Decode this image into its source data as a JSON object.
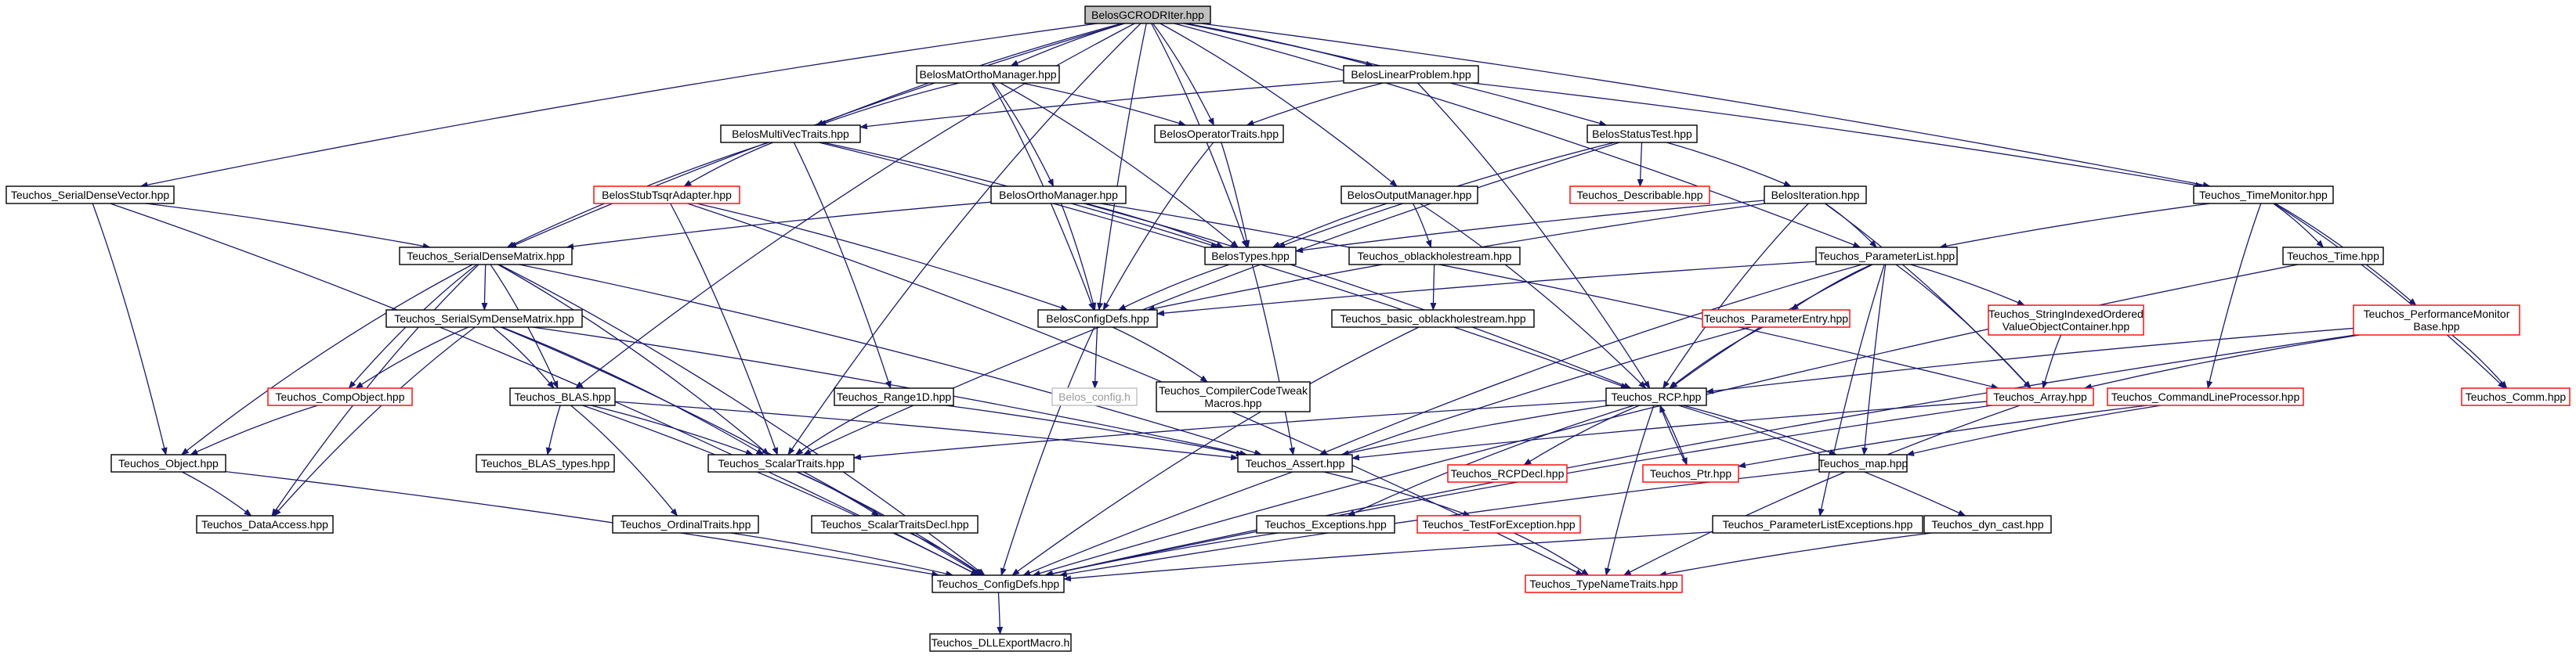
{
  "graph": {
    "colors": {
      "background": "#ffffff",
      "edge": "#191970",
      "node_fill": "#ffffff",
      "root_fill": "#bfbfbf",
      "default_border": "#000000",
      "red_border": "#ff0000",
      "grey_border": "#bfbfbf",
      "text": "#000000"
    },
    "nodes": [
      {
        "id": "root",
        "label": "BelosGCRODRIter.hpp",
        "style": "root"
      },
      {
        "id": "matortho",
        "label": "BelosMatOrthoManager.hpp",
        "style": "default"
      },
      {
        "id": "linprob",
        "label": "BelosLinearProblem.hpp",
        "style": "default"
      },
      {
        "id": "multivec",
        "label": "BelosMultiVecTraits.hpp",
        "style": "default"
      },
      {
        "id": "operator",
        "label": "BelosOperatorTraits.hpp",
        "style": "default"
      },
      {
        "id": "statustest",
        "label": "BelosStatusTest.hpp",
        "style": "default"
      },
      {
        "id": "serialvec",
        "label": "Teuchos_SerialDenseVector.hpp",
        "style": "default"
      },
      {
        "id": "stubtsqr",
        "label": "BelosStubTsqrAdapter.hpp",
        "style": "red"
      },
      {
        "id": "orthomgr",
        "label": "BelosOrthoManager.hpp",
        "style": "default"
      },
      {
        "id": "outputmgr",
        "label": "BelosOutputManager.hpp",
        "style": "default"
      },
      {
        "id": "describable",
        "label": "Teuchos_Describable.hpp",
        "style": "red"
      },
      {
        "id": "iteration",
        "label": "BelosIteration.hpp",
        "style": "default"
      },
      {
        "id": "timemonitor",
        "label": "Teuchos_TimeMonitor.hpp",
        "style": "default"
      },
      {
        "id": "serialmat",
        "label": "Teuchos_SerialDenseMatrix.hpp",
        "style": "default"
      },
      {
        "id": "belostypes",
        "label": "BelosTypes.hpp",
        "style": "default"
      },
      {
        "id": "oblack",
        "label": "Teuchos_oblackholestream.hpp",
        "style": "default"
      },
      {
        "id": "paramlist",
        "label": "Teuchos_ParameterList.hpp",
        "style": "default"
      },
      {
        "id": "ttime",
        "label": "Teuchos_Time.hpp",
        "style": "default"
      },
      {
        "id": "belosconfig",
        "label": "BelosConfigDefs.hpp",
        "style": "default"
      },
      {
        "id": "serialsym",
        "label": "Teuchos_SerialSymDenseMatrix.hpp",
        "style": "default"
      },
      {
        "id": "basicoblack",
        "label": "Teuchos_basic_oblackholestream.hpp",
        "style": "default"
      },
      {
        "id": "paramentry",
        "label": "Teuchos_ParameterEntry.hpp",
        "style": "red"
      },
      {
        "id": "stridx",
        "label": "Teuchos_StringIndexedOrdered\nValueObjectContainer.hpp",
        "style": "red"
      },
      {
        "id": "perfmon",
        "label": "Teuchos_PerformanceMonitor\nBase.hpp",
        "style": "red"
      },
      {
        "id": "compobj",
        "label": "Teuchos_CompObject.hpp",
        "style": "red"
      },
      {
        "id": "blas",
        "label": "Teuchos_BLAS.hpp",
        "style": "default"
      },
      {
        "id": "range1d",
        "label": "Teuchos_Range1D.hpp",
        "style": "default"
      },
      {
        "id": "belosconfigh",
        "label": "Belos_config.h",
        "style": "grey"
      },
      {
        "id": "compilertweak",
        "label": "Teuchos_CompilerCodeTweak\nMacros.hpp",
        "style": "default"
      },
      {
        "id": "rcp",
        "label": "Teuchos_RCP.hpp",
        "style": "default"
      },
      {
        "id": "tarray",
        "label": "Teuchos_Array.hpp",
        "style": "red"
      },
      {
        "id": "cmdline",
        "label": "Teuchos_CommandLineProcessor.hpp",
        "style": "red"
      },
      {
        "id": "comm",
        "label": "Teuchos_Comm.hpp",
        "style": "red"
      },
      {
        "id": "tobject",
        "label": "Teuchos_Object.hpp",
        "style": "default"
      },
      {
        "id": "blastypes",
        "label": "Teuchos_BLAS_types.hpp",
        "style": "default"
      },
      {
        "id": "scalartraits",
        "label": "Teuchos_ScalarTraits.hpp",
        "style": "default"
      },
      {
        "id": "assert",
        "label": "Teuchos_Assert.hpp",
        "style": "default"
      },
      {
        "id": "rcpdecl",
        "label": "Teuchos_RCPDecl.hpp",
        "style": "red"
      },
      {
        "id": "ptr",
        "label": "Teuchos_Ptr.hpp",
        "style": "red"
      },
      {
        "id": "tmap",
        "label": "Teuchos_map.hpp",
        "style": "default"
      },
      {
        "id": "dataaccess",
        "label": "Teuchos_DataAccess.hpp",
        "style": "default"
      },
      {
        "id": "ordinal",
        "label": "Teuchos_OrdinalTraits.hpp",
        "style": "default"
      },
      {
        "id": "scalardecl",
        "label": "Teuchos_ScalarTraitsDecl.hpp",
        "style": "default"
      },
      {
        "id": "exceptions",
        "label": "Teuchos_Exceptions.hpp",
        "style": "default"
      },
      {
        "id": "testforexc",
        "label": "Teuchos_TestForException.hpp",
        "style": "red"
      },
      {
        "id": "paramexc",
        "label": "Teuchos_ParameterListExceptions.hpp",
        "style": "default"
      },
      {
        "id": "dyncast",
        "label": "Teuchos_dyn_cast.hpp",
        "style": "default"
      },
      {
        "id": "configdefs",
        "label": "Teuchos_ConfigDefs.hpp",
        "style": "default"
      },
      {
        "id": "typename",
        "label": "Teuchos_TypeNameTraits.hpp",
        "style": "red"
      },
      {
        "id": "dllexport",
        "label": "Teuchos_DLLExportMacro.h",
        "style": "default"
      }
    ],
    "edges": [
      [
        "root",
        "matortho"
      ],
      [
        "root",
        "linprob"
      ],
      [
        "root",
        "multivec"
      ],
      [
        "root",
        "operator"
      ],
      [
        "root",
        "statustest"
      ],
      [
        "root",
        "serialvec"
      ],
      [
        "root",
        "serialmat"
      ],
      [
        "root",
        "belostypes"
      ],
      [
        "root",
        "belosconfig"
      ],
      [
        "root",
        "outputmgr"
      ],
      [
        "root",
        "paramlist"
      ],
      [
        "root",
        "timemonitor"
      ],
      [
        "root",
        "blas"
      ],
      [
        "root",
        "scalartraits"
      ],
      [
        "matortho",
        "multivec"
      ],
      [
        "matortho",
        "operator"
      ],
      [
        "matortho",
        "orthomgr"
      ],
      [
        "matortho",
        "belostypes"
      ],
      [
        "matortho",
        "belosconfig"
      ],
      [
        "linprob",
        "multivec"
      ],
      [
        "linprob",
        "operator"
      ],
      [
        "linprob",
        "rcp"
      ],
      [
        "linprob",
        "timemonitor"
      ],
      [
        "multivec",
        "serialmat"
      ],
      [
        "multivec",
        "stubtsqr"
      ],
      [
        "multivec",
        "belostypes"
      ],
      [
        "multivec",
        "range1d"
      ],
      [
        "multivec",
        "rcp"
      ],
      [
        "operator",
        "belostypes"
      ],
      [
        "operator",
        "belosconfig"
      ],
      [
        "statustest",
        "describable"
      ],
      [
        "statustest",
        "iteration"
      ],
      [
        "statustest",
        "belostypes"
      ],
      [
        "statustest",
        "scalartraits"
      ],
      [
        "serialvec",
        "serialmat"
      ],
      [
        "serialvec",
        "tobject"
      ],
      [
        "serialvec",
        "configdefs"
      ],
      [
        "stubtsqr",
        "belosconfig"
      ],
      [
        "stubtsqr",
        "scalartraits"
      ],
      [
        "stubtsqr",
        "typename"
      ],
      [
        "orthomgr",
        "serialmat"
      ],
      [
        "orthomgr",
        "belostypes"
      ],
      [
        "orthomgr",
        "belosconfig"
      ],
      [
        "orthomgr",
        "rcp"
      ],
      [
        "orthomgr",
        "tarray"
      ],
      [
        "outputmgr",
        "belostypes"
      ],
      [
        "outputmgr",
        "oblack"
      ],
      [
        "outputmgr",
        "rcp"
      ],
      [
        "iteration",
        "belostypes"
      ],
      [
        "iteration",
        "belosconfig"
      ],
      [
        "iteration",
        "paramlist"
      ],
      [
        "iteration",
        "rcp"
      ],
      [
        "iteration",
        "tarray"
      ],
      [
        "timemonitor",
        "paramlist"
      ],
      [
        "timemonitor",
        "ttime"
      ],
      [
        "timemonitor",
        "perfmon"
      ],
      [
        "timemonitor",
        "cmdline"
      ],
      [
        "timemonitor",
        "comm"
      ],
      [
        "serialmat",
        "serialsym"
      ],
      [
        "serialmat",
        "compobj"
      ],
      [
        "serialmat",
        "blas"
      ],
      [
        "serialmat",
        "tobject"
      ],
      [
        "serialmat",
        "scalartraits"
      ],
      [
        "serialmat",
        "assert"
      ],
      [
        "serialmat",
        "dataaccess"
      ],
      [
        "serialmat",
        "configdefs"
      ],
      [
        "belostypes",
        "belosconfig"
      ],
      [
        "belostypes",
        "assert"
      ],
      [
        "oblack",
        "basicoblack"
      ],
      [
        "paramlist",
        "belosconfig"
      ],
      [
        "paramlist",
        "paramentry"
      ],
      [
        "paramlist",
        "stridx"
      ],
      [
        "paramlist",
        "rcp"
      ],
      [
        "paramlist",
        "tarray"
      ],
      [
        "paramlist",
        "assert"
      ],
      [
        "paramlist",
        "tmap"
      ],
      [
        "paramlist",
        "paramexc"
      ],
      [
        "ttime",
        "configdefs"
      ],
      [
        "belosconfig",
        "belosconfigh"
      ],
      [
        "belosconfig",
        "compilertweak"
      ],
      [
        "belosconfig",
        "configdefs"
      ],
      [
        "serialsym",
        "compobj"
      ],
      [
        "serialsym",
        "blas"
      ],
      [
        "serialsym",
        "scalartraits"
      ],
      [
        "serialsym",
        "dataaccess"
      ],
      [
        "serialsym",
        "assert"
      ],
      [
        "serialsym",
        "configdefs"
      ],
      [
        "basicoblack",
        "configdefs"
      ],
      [
        "paramentry",
        "rcp"
      ],
      [
        "paramentry",
        "configdefs"
      ],
      [
        "stridx",
        "tarray"
      ],
      [
        "perfmon",
        "rcp"
      ],
      [
        "perfmon",
        "tarray"
      ],
      [
        "perfmon",
        "comm"
      ],
      [
        "perfmon",
        "configdefs"
      ],
      [
        "compobj",
        "tobject"
      ],
      [
        "blas",
        "blastypes"
      ],
      [
        "blas",
        "scalartraits"
      ],
      [
        "blas",
        "ordinal"
      ],
      [
        "blas",
        "assert"
      ],
      [
        "blas",
        "configdefs"
      ],
      [
        "range1d",
        "scalartraits"
      ],
      [
        "range1d",
        "assert"
      ],
      [
        "rcp",
        "rcpdecl"
      ],
      [
        "rcp",
        "ptr"
      ],
      [
        "rcp",
        "tmap"
      ],
      [
        "rcp",
        "assert"
      ],
      [
        "rcp",
        "exceptions"
      ],
      [
        "rcp",
        "dyncast"
      ],
      [
        "rcp",
        "typename"
      ],
      [
        "rcp",
        "scalartraits"
      ],
      [
        "tarray",
        "assert"
      ],
      [
        "tarray",
        "typename"
      ],
      [
        "tarray",
        "configdefs"
      ],
      [
        "cmdline",
        "ptr"
      ],
      [
        "cmdline",
        "tmap"
      ],
      [
        "tobject",
        "dataaccess"
      ],
      [
        "tobject",
        "configdefs"
      ],
      [
        "scalartraits",
        "scalardecl"
      ],
      [
        "scalartraits",
        "configdefs"
      ],
      [
        "assert",
        "testforexc"
      ],
      [
        "ptr",
        "rcp"
      ],
      [
        "tmap",
        "configdefs"
      ],
      [
        "ordinal",
        "configdefs"
      ],
      [
        "scalardecl",
        "configdefs"
      ],
      [
        "exceptions",
        "configdefs"
      ],
      [
        "testforexc",
        "typename"
      ],
      [
        "paramexc",
        "configdefs"
      ],
      [
        "dyncast",
        "typename"
      ],
      [
        "configdefs",
        "dllexport"
      ]
    ]
  }
}
